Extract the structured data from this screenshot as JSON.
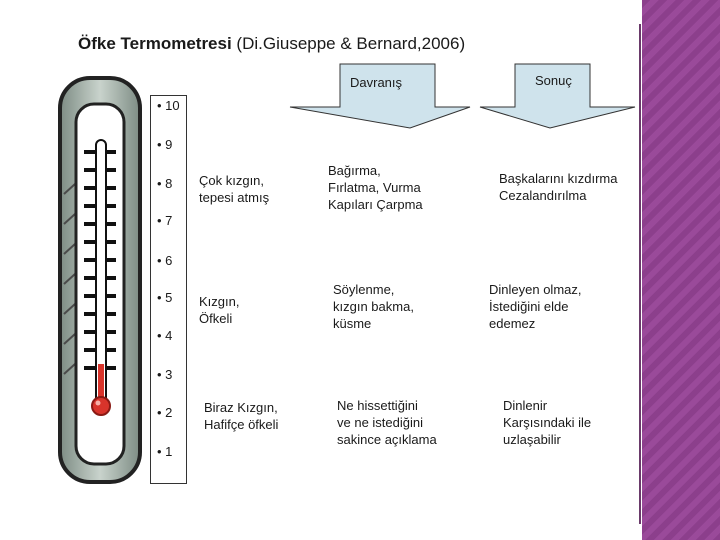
{
  "title": {
    "main": "Öfke Termometresi",
    "citation": " (Di.Giuseppe & Bernard,2006)"
  },
  "headers": {
    "behavior": "Davranış",
    "result": "Sonuç"
  },
  "scale": [
    "• 10",
    "• 9",
    "• 8",
    "• 7",
    "• 6",
    "• 5",
    "• 4",
    "• 3",
    "• 2",
    "• 1"
  ],
  "levels": [
    {
      "feeling": "Çok kızgın,\ntepesi atmış",
      "behavior": "Bağırma,\nFırlatma, Vurma\nKapıları Çarpma",
      "result": "Başkalarını kızdırma\nCezalandırılma"
    },
    {
      "feeling": "Kızgın,\nÖfkeli",
      "behavior": "Söylenme,\nkızgın bakma,\nküsme",
      "result": "Dinleyen olmaz,\nİstediğini elde\nedemez"
    },
    {
      "feeling": "Biraz Kızgın,\nHafifçe öfkeli",
      "behavior": "Ne hissettiğini\nve ne istediğini\nsakince açıklama",
      "result": "Dinlenir\nKarşısındaki ile\nuzlaşabilir"
    }
  ],
  "colors": {
    "arrow_fill": "#cfe3ec",
    "mercury": "#d9342b",
    "thermo_frame": "#9aa8a0",
    "accent_band": "#8c3f8c"
  }
}
